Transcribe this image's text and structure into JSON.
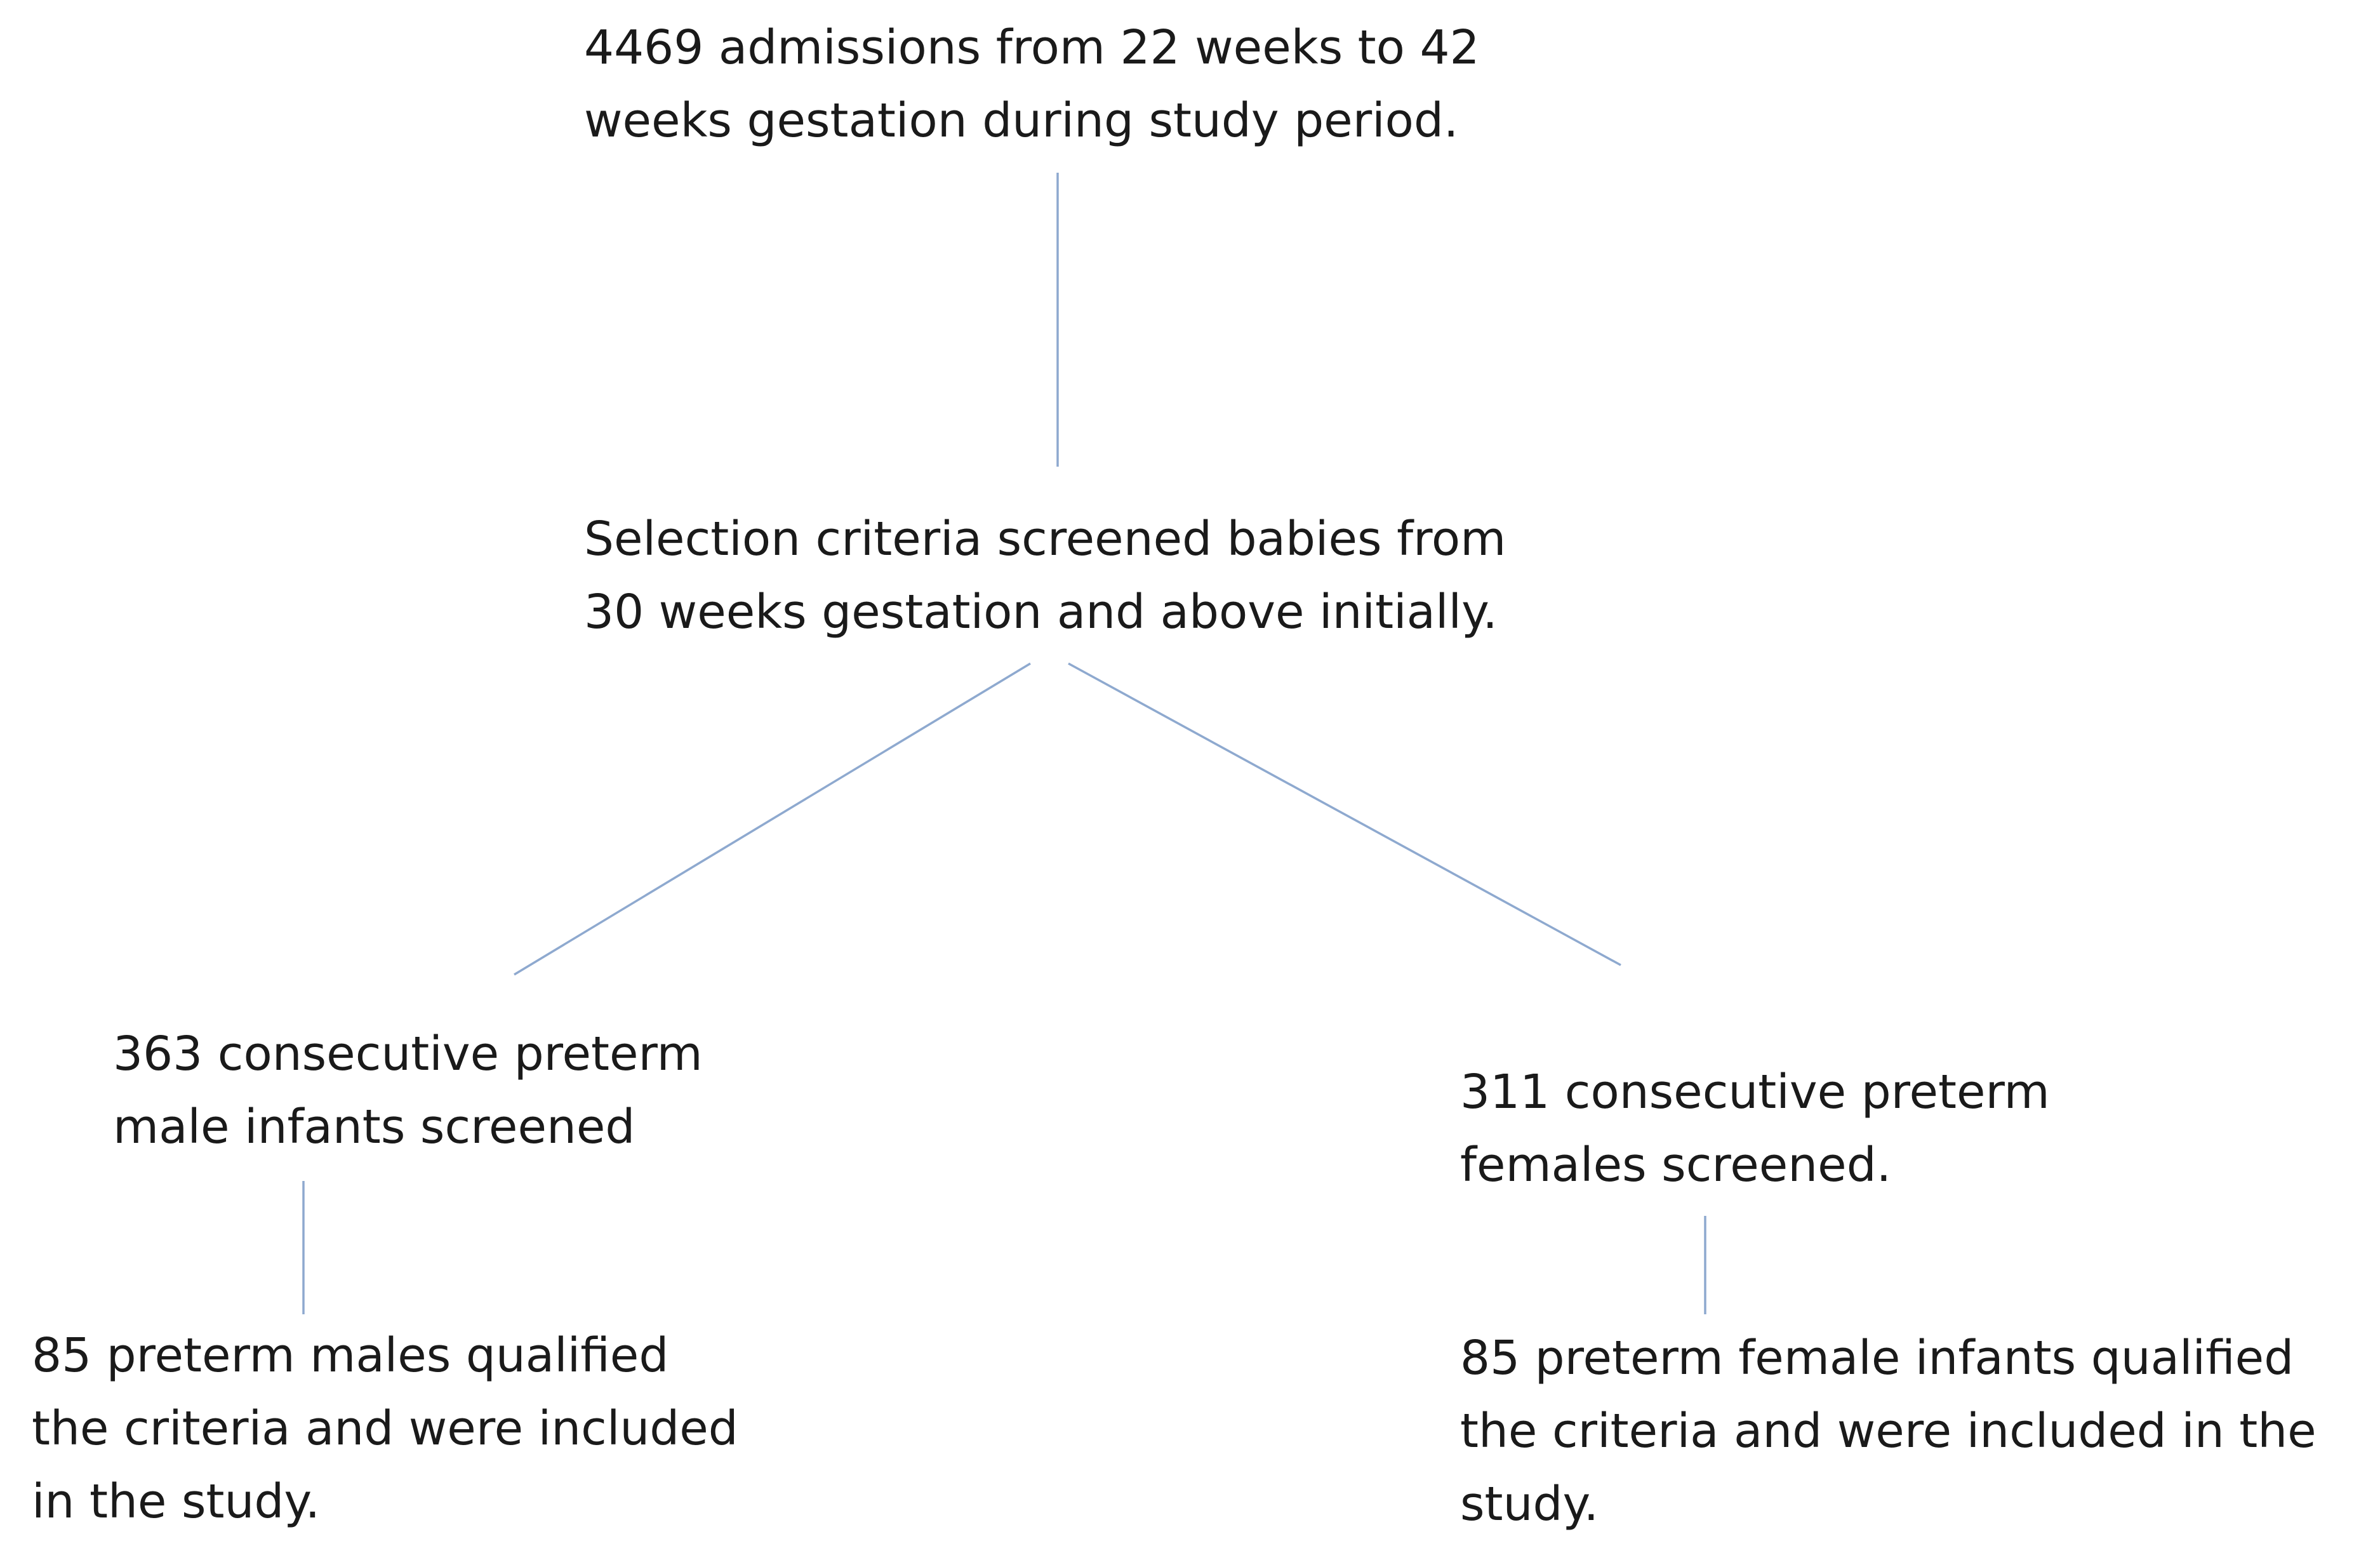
{
  "diagram": {
    "nodes": {
      "admissions": {
        "line1": "4469 admissions from 22 weeks to 42",
        "line2": "weeks gestation during study period."
      },
      "selection": {
        "line1": "Selection criteria screened babies from",
        "line2": "30 weeks gestation and above initially."
      },
      "male_screened": {
        "line1": "363 consecutive preterm",
        "line2": "male infants screened"
      },
      "female_screened": {
        "line1": "311 consecutive preterm",
        "line2": "females screened."
      },
      "male_included": {
        "line1": "85 preterm males qualified",
        "line2": "the criteria and were included",
        "line3": "in the study."
      },
      "female_included": {
        "line1": "85 preterm female infants qualified",
        "line2": "the criteria and were included in the",
        "line3": "study."
      }
    },
    "edges": [
      {
        "from": "admissions",
        "to": "selection"
      },
      {
        "from": "selection",
        "to": "male_screened"
      },
      {
        "from": "selection",
        "to": "female_screened"
      },
      {
        "from": "male_screened",
        "to": "male_included"
      },
      {
        "from": "female_screened",
        "to": "female_included"
      }
    ],
    "colors": {
      "connector": "#8ea9cf",
      "text": "#1a1a1a",
      "background": "#ffffff"
    }
  }
}
